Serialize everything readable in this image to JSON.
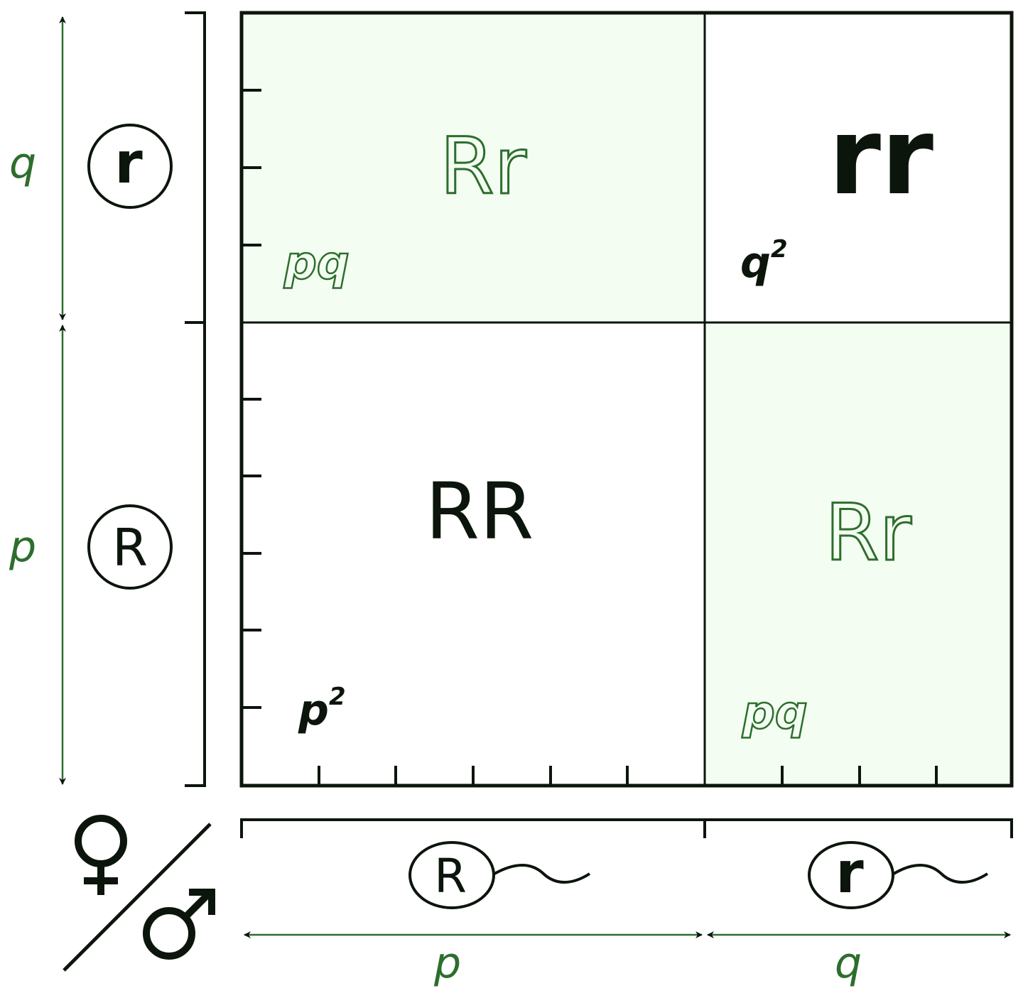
{
  "colors": {
    "background": "#ffffff",
    "line": "#0c150c",
    "green": "#2d6e2d",
    "heterozygote_fill": "#f4fdf2",
    "homozygote_fill": "#ffffff"
  },
  "cells": {
    "top_left": {
      "genotype": "Rr",
      "frequency": "pq"
    },
    "top_right": {
      "genotype": "rr",
      "frequency_base": "q",
      "frequency_exp": "2"
    },
    "bottom_left": {
      "genotype": "RR",
      "frequency_base": "p",
      "frequency_exp": "2"
    },
    "bottom_right": {
      "genotype": "Rr",
      "frequency": "pq"
    }
  },
  "female_axis": {
    "top": {
      "allele": "r",
      "frequency": "q"
    },
    "bottom": {
      "allele": "R",
      "frequency": "p"
    }
  },
  "male_axis": {
    "left": {
      "allele": "R",
      "frequency": "p"
    },
    "right": {
      "allele": "r",
      "frequency": "q"
    }
  },
  "corner": {
    "female_symbol": "♀",
    "male_symbol": "♂"
  }
}
